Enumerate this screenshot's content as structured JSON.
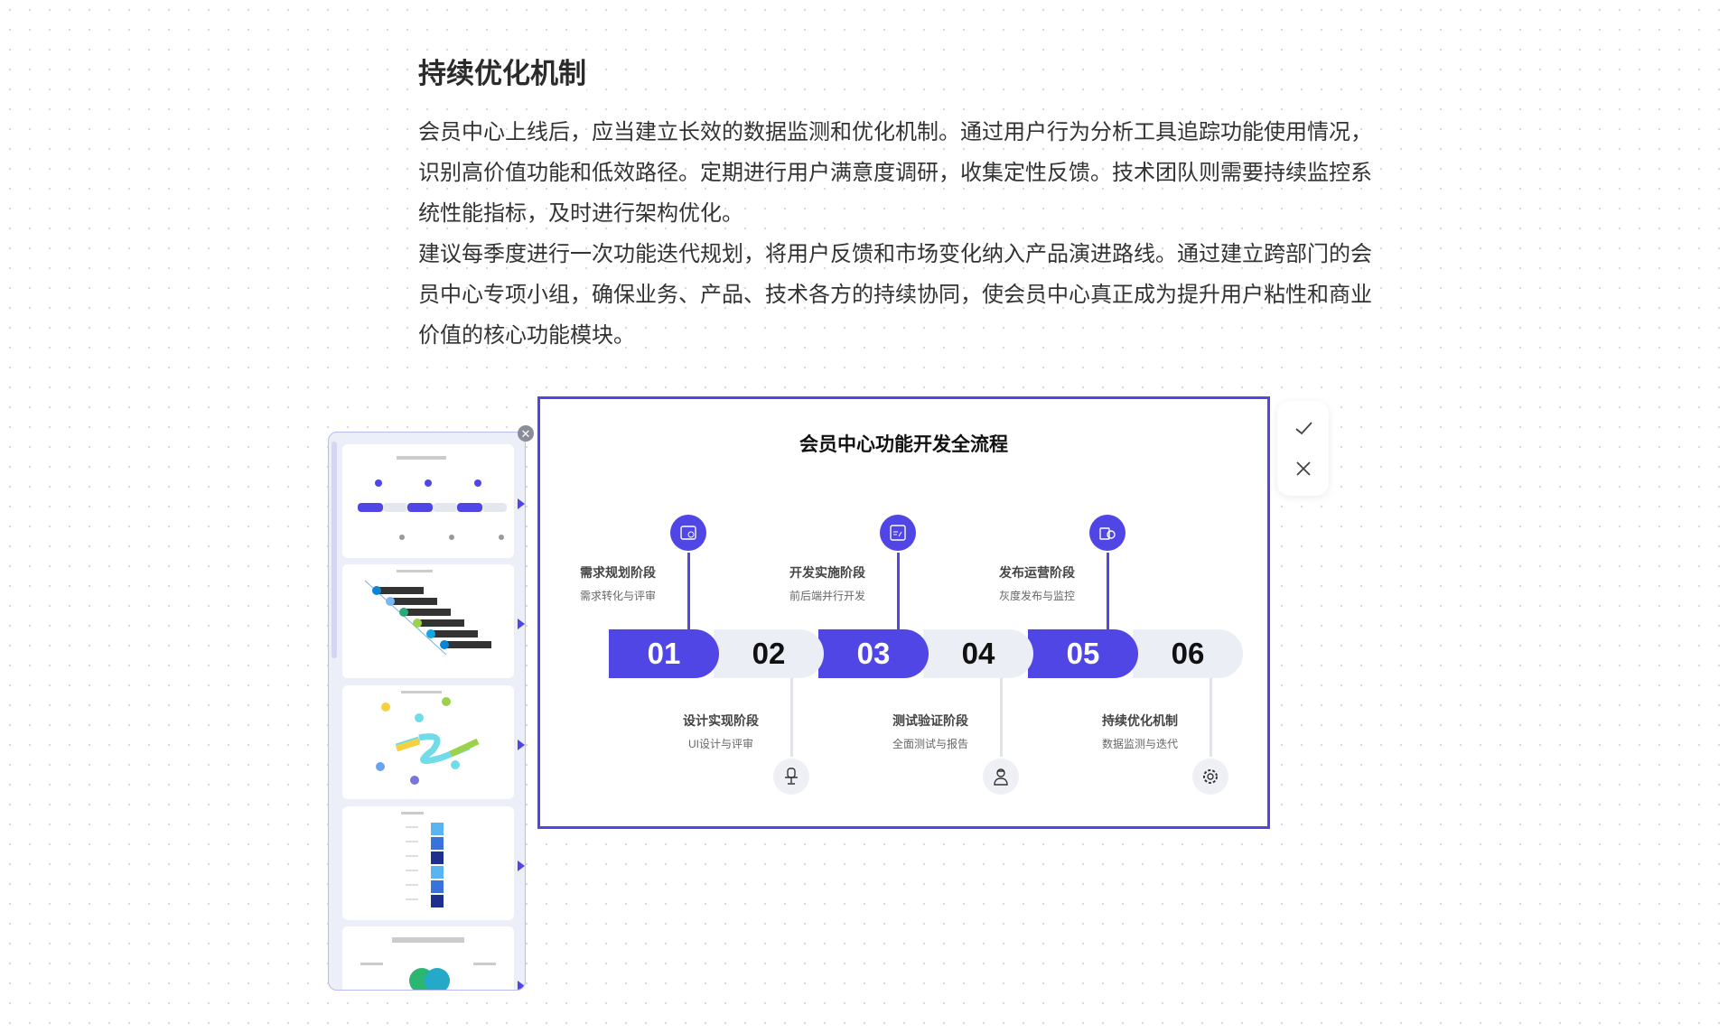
{
  "heading": "持续优化机制",
  "paragraphs": [
    "会员中心上线后，应当建立长效的数据监测和优化机制。通过用户行为分析工具追踪功能使用情况，识别高价值功能和低效路径。定期进行用户满意度调研，收集定性反馈。技术团队则需要持续监控系统性能指标，及时进行架构优化。",
    "建议每季度进行一次功能迭代规划，将用户反馈和市场变化纳入产品演进路线。通过建立跨部门的会员中心专项小组，确保业务、产品、技术各方的持续协同，使会员中心真正成为提升用户粘性和商业价值的核心功能模块。"
  ],
  "diagram": {
    "title": "会员中心功能开发全流程",
    "accent": "#4f46e5",
    "steps": [
      {
        "num": "01",
        "title": "需求规划阶段",
        "sub": "需求转化与评审",
        "icon": "calendar-dollar-icon"
      },
      {
        "num": "02",
        "title": "设计实现阶段",
        "sub": "UI设计与评审",
        "icon": "chair-icon"
      },
      {
        "num": "03",
        "title": "开发实施阶段",
        "sub": "前后端并行开发",
        "icon": "browser-code-icon"
      },
      {
        "num": "04",
        "title": "测试验证阶段",
        "sub": "全面测试与报告",
        "icon": "worker-icon"
      },
      {
        "num": "05",
        "title": "发布运营阶段",
        "sub": "灰度发布与监控",
        "icon": "device-clock-icon"
      },
      {
        "num": "06",
        "title": "持续优化机制",
        "sub": "数据监测与迭代",
        "icon": "gear-icon"
      }
    ]
  },
  "toolbar": {
    "accept": "check-icon",
    "reject": "close-icon"
  },
  "sidebar": {
    "thumbnails": [
      "timeline-thumbnail",
      "staircase-thumbnail",
      "path-thumbnail",
      "stack-thumbnail",
      "cycle-thumbnail"
    ]
  }
}
